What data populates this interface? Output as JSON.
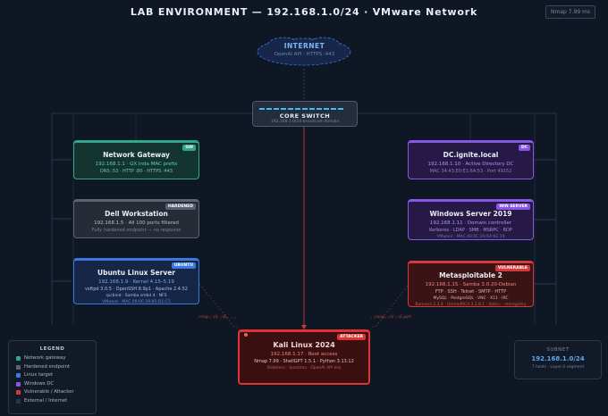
{
  "title": "LAB ENVIRONMENT — 192.168.1.0/24 · VMware Network",
  "top_badge": "Nmap 7.99 ms",
  "internet": {
    "label": "INTERNET",
    "sub": "OpenAI API · HTTPS :443"
  },
  "switch": {
    "label": "CORE SWITCH",
    "sub": "192.168.1.0/24 broadcast domain"
  },
  "nodes": {
    "gateway": {
      "tag": "GW",
      "name": "Network Gateway",
      "l1": "192.168.1.1 · GX Inda MAC prefix",
      "l2": "DNS :53 · HTTP :80 · HTTPS :443"
    },
    "dell": {
      "tag": "HARDENED",
      "name": "Dell Workstation",
      "l1": "192.168.1.5 · All 100 ports filtered",
      "l2": "Fully hardened endpoint — no response"
    },
    "ubuntu": {
      "tag": "UBUNTU",
      "name": "Ubuntu Linux Server",
      "l1": "192.168.1.9 · Kernel 4.15–5.19",
      "l2": "vsftpd 3.0.5 · OpenSSH 8.9p1 · Apache 2.4.52",
      "l3": "rpcbind · Samba smbd 4 · NFS",
      "l4": "VMware · MAC 00:0C:29:85:D1:C5"
    },
    "dc": {
      "tag": "DC",
      "name": "DC.ignite.local",
      "l1": "192.168.1.10 · Active Directory DC",
      "l2": "MAC 34:43:E0:E1:6A:53 · Port 49152"
    },
    "winserver": {
      "tag": "WIN SERVER",
      "name": "Windows Server 2019",
      "l1": "192.168.1.11 · Domain controller",
      "l2": "Kerberos · LDAP · SMB · MSRPC · RDP",
      "l3": "VMware · MAC 00:0C:29:6A:6E:19"
    },
    "metasploitable": {
      "tag": "VULNERABLE",
      "name": "Metasploitable 2",
      "l1": "192.168.1.15 · Samba 3.0.20-Debian",
      "l2": "FTP · SSH · Telnet · SMTP · HTTP",
      "l3": "MySQL · PostgreSQL · VNC · X11 · IRC",
      "l4": "Banners 2.3.4 · UnrealIRCd 3.2.8.1 · distcc · rmiregistry"
    },
    "kali": {
      "tag": "ATTACKER",
      "name": "Kali Linux 2024",
      "l1": "192.168.1.17 · Root access",
      "l2": "Nmap 7.99 · ShellGPT 1.5.1 · Python 3.13.12",
      "l3": "Stateless · Ipsantau · OpenAI API key"
    }
  },
  "edge_labels": {
    "left": "nmap · -sV · -sS",
    "right": "nmap · -sV · -sC port"
  },
  "legend": {
    "title": "LEGEND",
    "items": [
      {
        "label": "Network gateway",
        "color": "#2fa888"
      },
      {
        "label": "Hardened endpoint",
        "color": "#5b6473"
      },
      {
        "label": "Linux target",
        "color": "#3b78e0"
      },
      {
        "label": "Windows DC",
        "color": "#8a56e8"
      },
      {
        "label": "Vulnerable / Attacker",
        "color": "#d43a3a"
      },
      {
        "label": "External / Internet",
        "color": "#2a3445"
      }
    ]
  },
  "subnet": {
    "label": "SUBNET",
    "cidr": "192.168.1.0/24",
    "sub": "7 hosts · Layer-2 segment"
  }
}
